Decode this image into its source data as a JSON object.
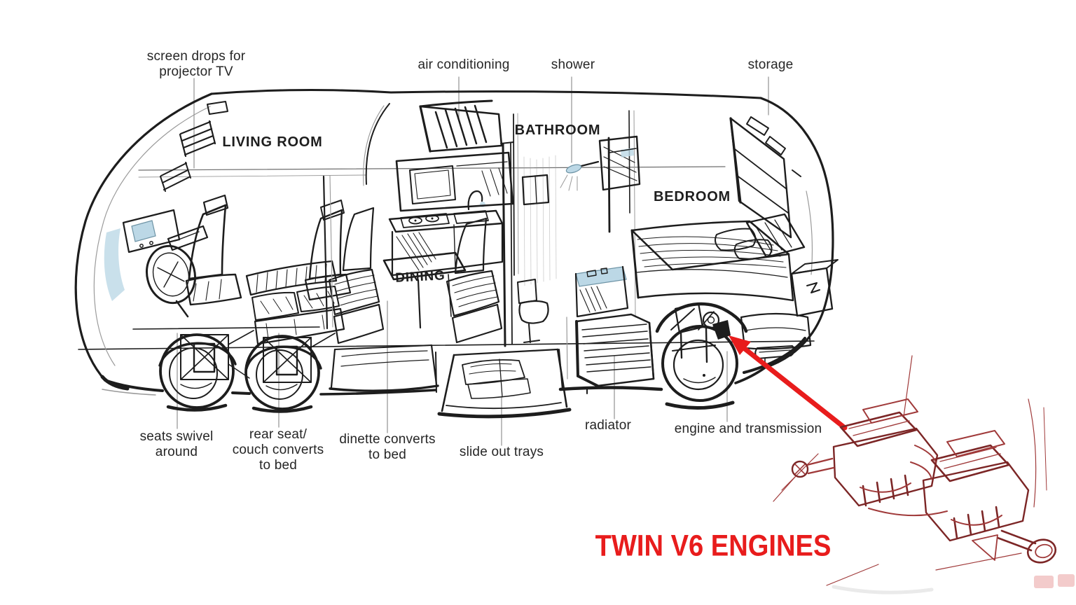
{
  "colors": {
    "background": "#ffffff",
    "ink": "#1d1d1d",
    "mid": "#6e6e6e",
    "leader": "#9a9a9a",
    "accent_red": "#e81c1c",
    "sketch_red": "#a03a3a",
    "sketch_red_dark": "#7c2626",
    "highlight_blue": "#bcd8e6",
    "watermark_pink": "#f3cbcb",
    "shadow_gray": "#d9d9d9"
  },
  "rooms": {
    "living_room": "LIVING ROOM",
    "bathroom": "BATHROOM",
    "bedroom": "BEDROOM",
    "dining": "DINING"
  },
  "feature_labels": {
    "screen": "screen drops for\nprojector TV",
    "air_conditioning": "air conditioning",
    "shower": "shower",
    "storage": "storage",
    "seats_swivel": "seats swivel\naround",
    "rear_seat": "rear seat/\ncouch converts\nto bed",
    "dinette": "dinette converts\nto bed",
    "slide_out_trays": "slide out trays",
    "radiator": "radiator",
    "engine_and_transmission": "engine and transmission"
  },
  "callout": {
    "twin_v6": "TWIN V6 ENGINES"
  }
}
